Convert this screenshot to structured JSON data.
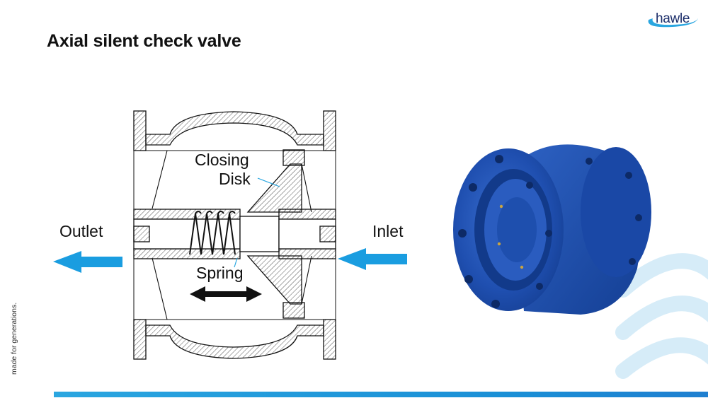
{
  "header": {
    "title": "Axial silent check valve"
  },
  "brand": {
    "name": "hawle"
  },
  "sidebar": {
    "tagline": "made for generations."
  },
  "diagram": {
    "labels": {
      "outlet": "Outlet",
      "inlet": "Inlet",
      "closing": "Closing",
      "disk": "Disk",
      "spring": "Spring"
    }
  },
  "colors": {
    "arrow_blue": "#1a9de0",
    "accent_blue": "#2aa6e0",
    "valve_blue": "#1f4fb0",
    "brand_navy": "#1d2f6b"
  },
  "icons": {
    "outlet_arrow": "arrow-left-icon",
    "inlet_arrow": "arrow-right-icon",
    "movement": "double-arrow-icon"
  }
}
